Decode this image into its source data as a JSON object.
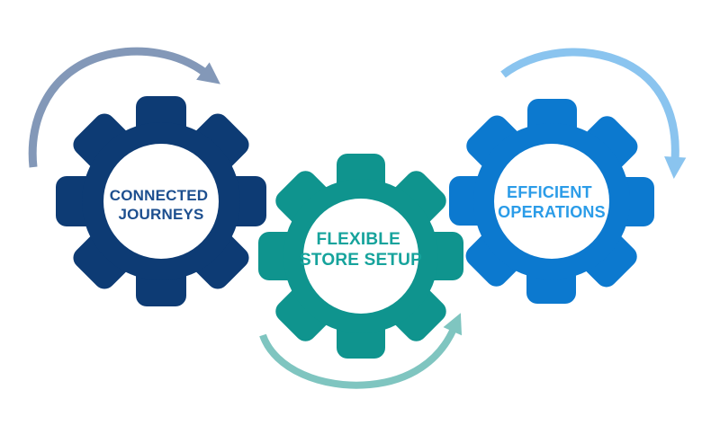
{
  "page": {
    "background_color": "#ffffff"
  },
  "diagram": {
    "type": "gear-process-cycle",
    "gears": [
      {
        "id": "connected-journeys",
        "label_line1": "CONNECTED",
        "label_line2": "JOURNEYS",
        "color": "#0d3b74",
        "text_color": "#1d4f8f"
      },
      {
        "id": "flexible-store-setup",
        "label_line1": "FLEXIBLE",
        "label_line2": "STORE SETUP",
        "color": "#0f948e",
        "text_color": "#16a39c"
      },
      {
        "id": "efficient-operations",
        "label_line1": "EFFICIENT",
        "label_line2": "OPERATIONS",
        "color": "#0c79cf",
        "text_color": "#2b9ce8"
      }
    ],
    "arrows": [
      {
        "id": "arrow-over-connected-journeys",
        "direction": "clockwise-over-top",
        "color": "#8398b8"
      },
      {
        "id": "arrow-under-flexible-store-setup",
        "direction": "counterclockwise-under-bottom",
        "color": "#7fc5c0"
      },
      {
        "id": "arrow-over-efficient-operations",
        "direction": "clockwise-over-top",
        "color": "#8ac4ef"
      }
    ]
  }
}
